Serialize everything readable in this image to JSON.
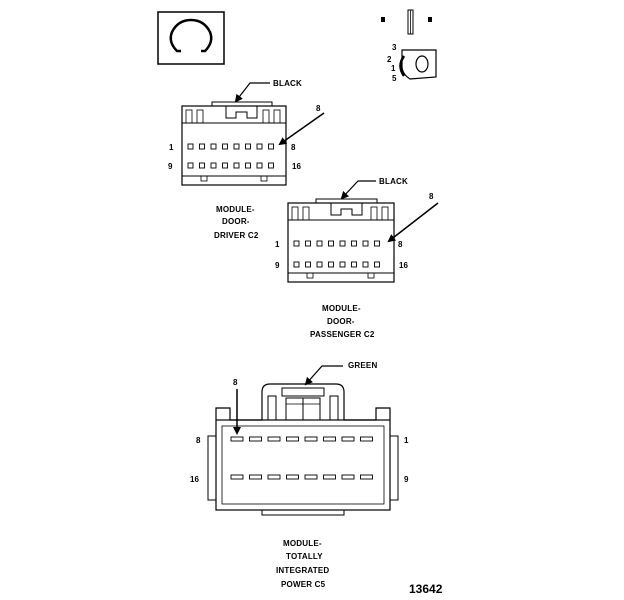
{
  "legend": {
    "omega_icon": "omega-in-box",
    "side_view_numbers": [
      "3",
      "2",
      "1",
      "5"
    ],
    "side_view_label": "O"
  },
  "connectors": {
    "driver": {
      "color_label": "BLACK",
      "key_label": "8",
      "pin_top_left": "1",
      "pin_top_right": "8",
      "pin_bottom_left": "9",
      "pin_bottom_right": "16",
      "caption_lines": [
        "MODULE-",
        "DOOR-",
        "DRIVER C2"
      ]
    },
    "passenger": {
      "color_label": "BLACK",
      "key_label": "8",
      "pin_top_left": "1",
      "pin_top_right": "8",
      "pin_bottom_left": "9",
      "pin_bottom_right": "16",
      "caption_lines": [
        "MODULE-",
        "DOOR-",
        "PASSENGER C2"
      ]
    },
    "tipm": {
      "color_label": "GREEN",
      "key_label": "8",
      "pin_top_left": "8",
      "pin_top_right": "1",
      "pin_bottom_left": "16",
      "pin_bottom_right": "9",
      "caption_lines": [
        "MODULE-",
        "TOTALLY",
        "INTEGRATED",
        "POWER C5"
      ]
    }
  },
  "figure_number": "13642"
}
